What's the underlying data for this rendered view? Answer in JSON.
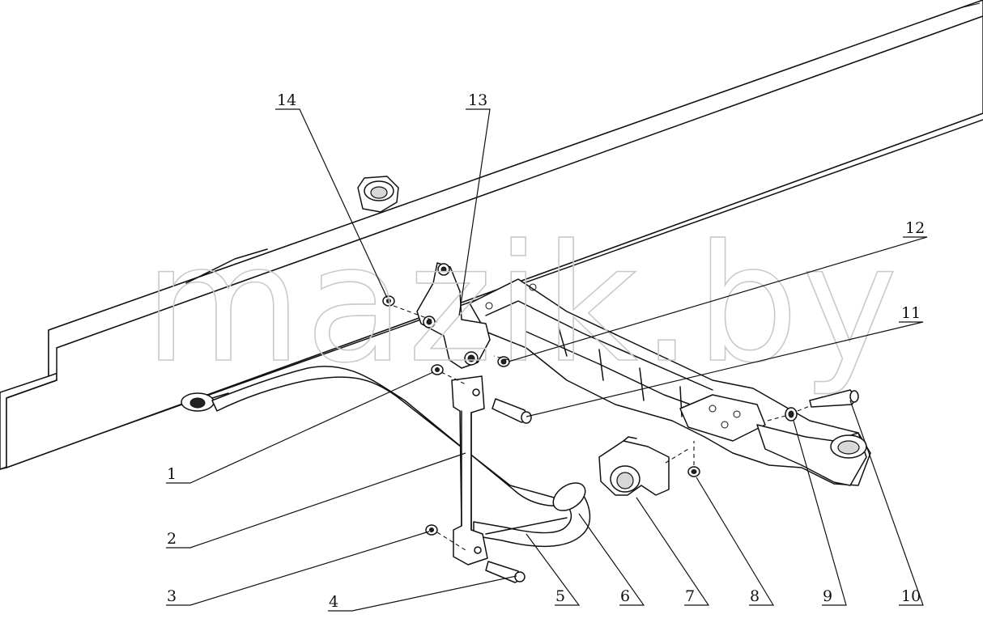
{
  "watermark": "mazik.by",
  "callouts": [
    {
      "id": "c1",
      "label": "1"
    },
    {
      "id": "c2",
      "label": "2"
    },
    {
      "id": "c3",
      "label": "3"
    },
    {
      "id": "c4",
      "label": "4"
    },
    {
      "id": "c5",
      "label": "5"
    },
    {
      "id": "c6",
      "label": "6"
    },
    {
      "id": "c7",
      "label": "7"
    },
    {
      "id": "c8",
      "label": "8"
    },
    {
      "id": "c9",
      "label": "9"
    },
    {
      "id": "c10",
      "label": "10"
    },
    {
      "id": "c11",
      "label": "11"
    },
    {
      "id": "c12",
      "label": "12"
    },
    {
      "id": "c13",
      "label": "13"
    },
    {
      "id": "c14",
      "label": "14"
    }
  ]
}
